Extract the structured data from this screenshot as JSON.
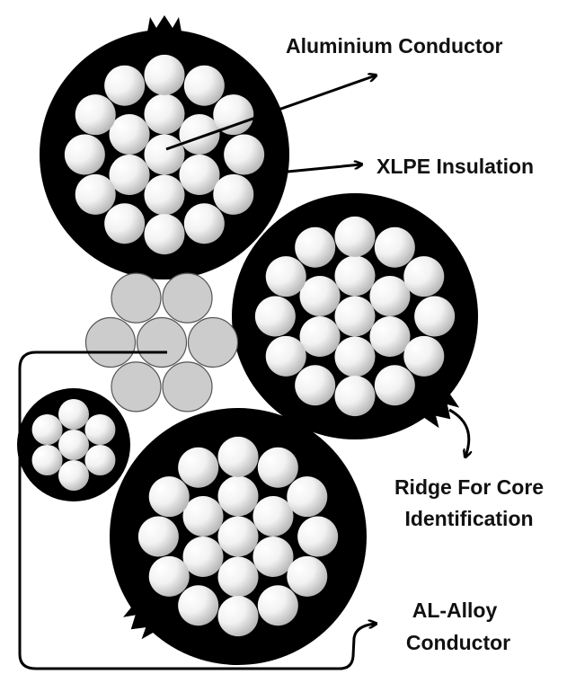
{
  "labels": {
    "aluminium_conductor": "Aluminium Conductor",
    "xlpe_insulation": "XLPE Insulation",
    "ridge_line1": "Ridge For Core",
    "ridge_line2": "Identification",
    "alloy_line1": "AL-Alloy",
    "alloy_line2": "Conductor"
  },
  "cores": [
    {
      "name": "core-top",
      "strands": 19
    },
    {
      "name": "core-right",
      "strands": 19
    },
    {
      "name": "core-bottom",
      "strands": 19
    },
    {
      "name": "core-small",
      "strands": 7
    }
  ],
  "neutral_strands": 7,
  "colors": {
    "insulation": "#000000",
    "strand_light": "#ffffff",
    "strand_dark": "#a8a8a8",
    "alloy_strand": "#cccccc",
    "alloy_stroke": "#555555"
  }
}
